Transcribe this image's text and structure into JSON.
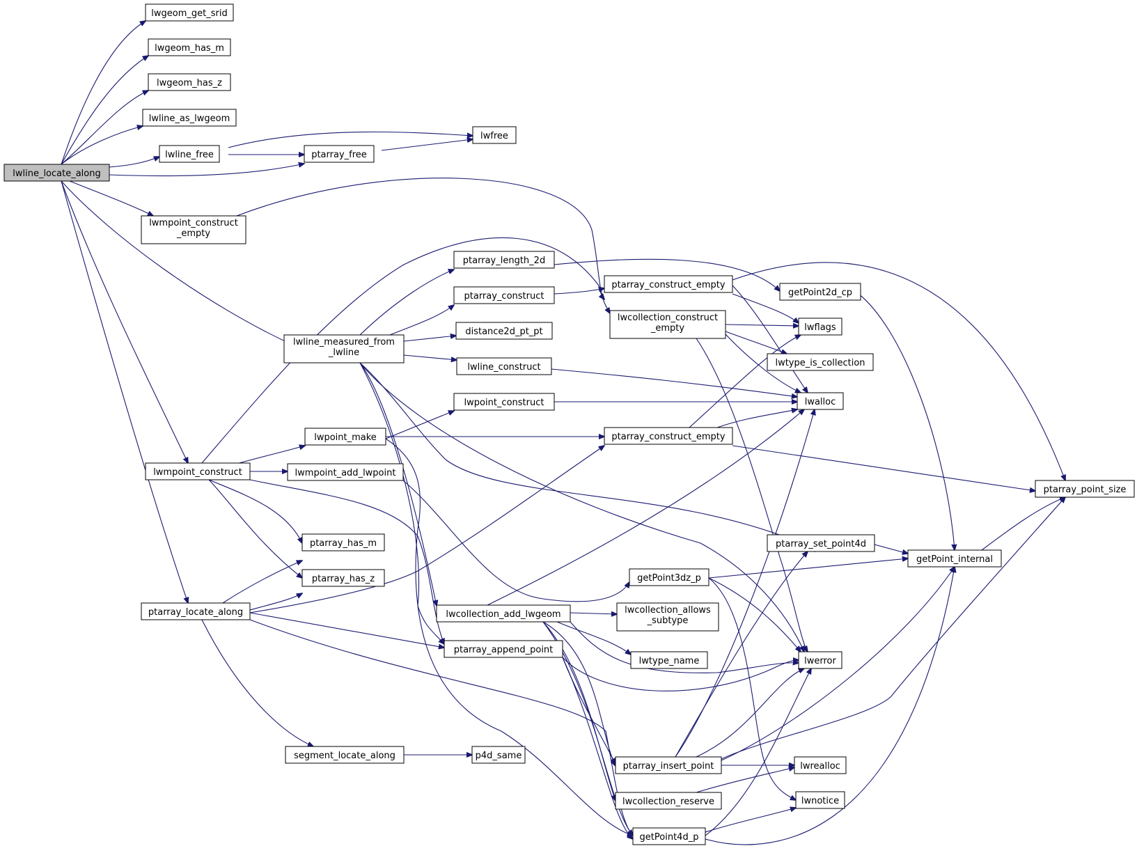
{
  "colors": {
    "edge": "#191970",
    "node_border": "#000000",
    "root_fill": "#bfbfbf",
    "node_fill": "#ffffff"
  },
  "nodes": {
    "lwline_locate_along": "lwline_locate_along",
    "lwgeom_get_srid": "lwgeom_get_srid",
    "lwgeom_has_m": "lwgeom_has_m",
    "lwgeom_has_z": "lwgeom_has_z",
    "lwline_as_lwgeom": "lwline_as_lwgeom",
    "lwline_free": "lwline_free",
    "lwfree": "lwfree",
    "ptarray_free": "ptarray_free",
    "lwmpoint_construct_empty": [
      "lwmpoint_construct",
      "_empty"
    ],
    "lwline_measured_from_lwline": [
      "lwline_measured_from",
      "_lwline"
    ],
    "lwmpoint_construct": "lwmpoint_construct",
    "ptarray_locate_along": "ptarray_locate_along",
    "ptarray_length_2d": "ptarray_length_2d",
    "ptarray_construct": "ptarray_construct",
    "distance2d_pt_pt": "distance2d_pt_pt",
    "lwline_construct": "lwline_construct",
    "lwpoint_construct": "lwpoint_construct",
    "lwpoint_make": "lwpoint_make",
    "lwmpoint_add_lwpoint": "lwmpoint_add_lwpoint",
    "ptarray_has_m": "ptarray_has_m",
    "ptarray_has_z": "ptarray_has_z",
    "lwcollection_add_lwgeom": "lwcollection_add_lwgeom",
    "ptarray_append_point": "ptarray_append_point",
    "segment_locate_along": "segment_locate_along",
    "p4d_same": "p4d_same",
    "ptarray_construct_empty_top": "ptarray_construct_empty",
    "lwcollection_construct_empty": [
      "lwcollection_construct",
      "_empty"
    ],
    "ptarray_construct_empty_mid": "ptarray_construct_empty",
    "getPoint3dz_p": "getPoint3dz_p",
    "lwcollection_allows_subtype": [
      "lwcollection_allows",
      "_subtype"
    ],
    "lwtype_name": "lwtype_name",
    "ptarray_insert_point": "ptarray_insert_point",
    "lwcollection_reserve": "lwcollection_reserve",
    "getPoint4d_p": "getPoint4d_p",
    "getPoint2d_cp": "getPoint2d_cp",
    "lwflags": "lwflags",
    "lwtype_is_collection": "lwtype_is_collection",
    "lwalloc": "lwalloc",
    "ptarray_set_point4d": "ptarray_set_point4d",
    "lwerror": "lwerror",
    "lwrealloc": "lwrealloc",
    "lwnotice": "lwnotice",
    "getPoint_internal": "getPoint_internal",
    "ptarray_point_size": "ptarray_point_size"
  }
}
